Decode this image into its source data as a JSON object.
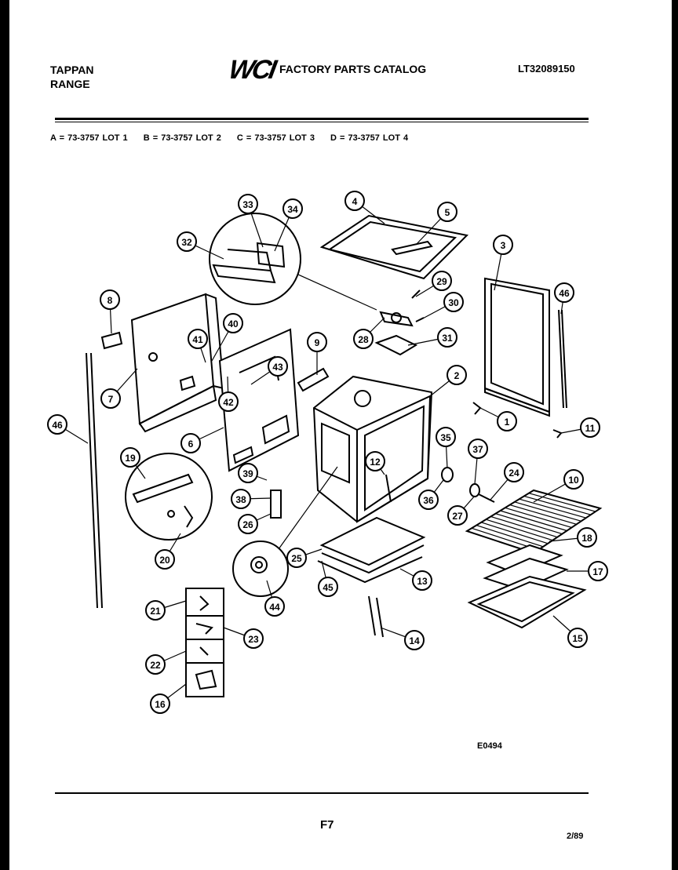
{
  "header": {
    "brand_line1": "TAPPAN",
    "brand_line2": "RANGE",
    "logo": "WCI",
    "catalog_title": "FACTORY PARTS CATALOG",
    "model": "LT32089150"
  },
  "lots": [
    "A = 73-3757 LOT 1",
    "B = 73-3757 LOT 2",
    "C = 73-3757 LOT 3",
    "D = 73-3757 LOT 4"
  ],
  "footer": {
    "diagram_code": "E0494",
    "page": "F7",
    "date_code": "2/89"
  },
  "callouts": [
    "33",
    "34",
    "32",
    "4",
    "5",
    "3",
    "46",
    "29",
    "30",
    "8",
    "40",
    "41",
    "28",
    "31",
    "9",
    "43",
    "7",
    "42",
    "2",
    "1",
    "11",
    "6",
    "35",
    "37",
    "24",
    "10",
    "46",
    "19",
    "39",
    "38",
    "26",
    "12",
    "36",
    "27",
    "18",
    "25",
    "45",
    "13",
    "17",
    "20",
    "44",
    "21",
    "23",
    "14",
    "15",
    "22",
    "16"
  ]
}
